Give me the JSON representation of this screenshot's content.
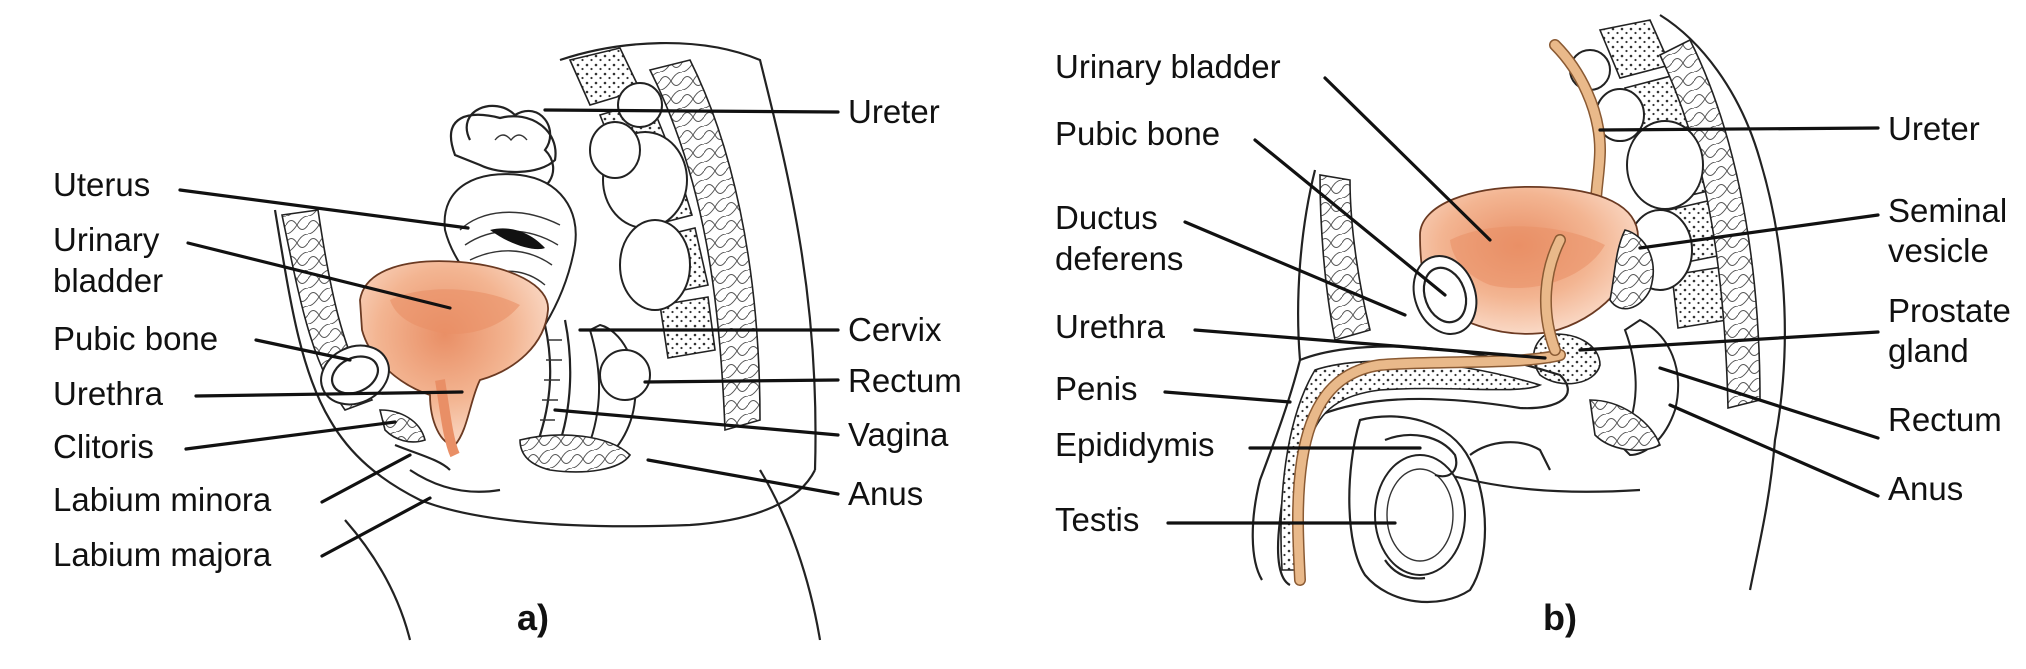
{
  "diagram": {
    "panels": [
      {
        "caption": "a)",
        "labels": {
          "uterus": "Uterus",
          "urinary_bladder_1": "Urinary",
          "urinary_bladder_2": "bladder",
          "pubic_bone": "Pubic bone",
          "urethra": "Urethra",
          "clitoris": "Clitoris",
          "labium_minora": "Labium minora",
          "labium_majora": "Labium majora",
          "ureter": "Ureter",
          "cervix": "Cervix",
          "rectum": "Rectum",
          "vagina": "Vagina",
          "anus": "Anus"
        }
      },
      {
        "caption": "b)",
        "labels": {
          "urinary_bladder": "Urinary bladder",
          "pubic_bone": "Pubic bone",
          "ductus_deferens_1": "Ductus",
          "ductus_deferens_2": "deferens",
          "urethra": "Urethra",
          "penis": "Penis",
          "epididymis": "Epididymis",
          "testis": "Testis",
          "ureter": "Ureter",
          "seminal_vesicle_1": "Seminal",
          "seminal_vesicle_2": "vesicle",
          "prostate_gland_1": "Prostate",
          "prostate_gland_2": "gland",
          "rectum": "Rectum",
          "anus": "Anus"
        }
      }
    ]
  },
  "colors": {
    "organ_fill": "#f3b592",
    "organ_light": "#f8d2bb",
    "duct": "#e9b98a",
    "line": "#111111"
  }
}
